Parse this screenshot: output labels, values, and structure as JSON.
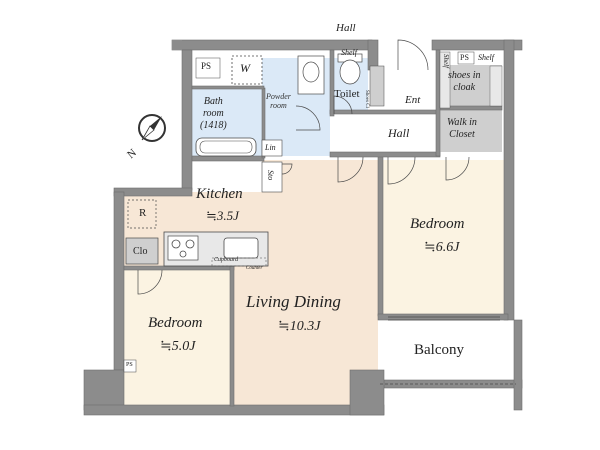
{
  "colors": {
    "wall": "#8c8c8c",
    "wall_dark": "#6e6e6e",
    "living": "#f7e7d6",
    "bedroom": "#fbf3e2",
    "wet": "#dbe9f7",
    "closet": "#cfcfcf",
    "counter": "#e8e8e8",
    "line": "#4a4a4a"
  },
  "labels": {
    "hall_top": "Hall",
    "ps_top": "PS",
    "w": "W",
    "powder": "Powder\nroom",
    "toilet": "Toilet",
    "shelf_top": "Shelf",
    "shoes_cl": "Shoes Cl",
    "ps_shelf": "PS",
    "shelf_right": "Shelf",
    "shelf_left": "Shelf",
    "shoes_cloak": "shoes in\ncloak",
    "ent": "Ent",
    "hall_mid": "Hall",
    "walk_in": "Walk in\nCloset",
    "bathroom": "Bath\nroom\n(1418)",
    "lin": "Lin",
    "sto": "Sto",
    "kitchen": "Kitchen",
    "kitchen_size": "≒3.5J",
    "r": "R",
    "clo": "Clo",
    "cupboard": "Cupboard",
    "counter": "Counter",
    "living": "Living Dining",
    "living_size": "≒10.3J",
    "bedroom_left": "Bedroom",
    "bedroom_left_size": "≒5.0J",
    "bedroom_right": "Bedroom",
    "bedroom_right_size": "≒6.6J",
    "balcony": "Balcony",
    "ps_bottom": "PS",
    "compass": "N"
  }
}
